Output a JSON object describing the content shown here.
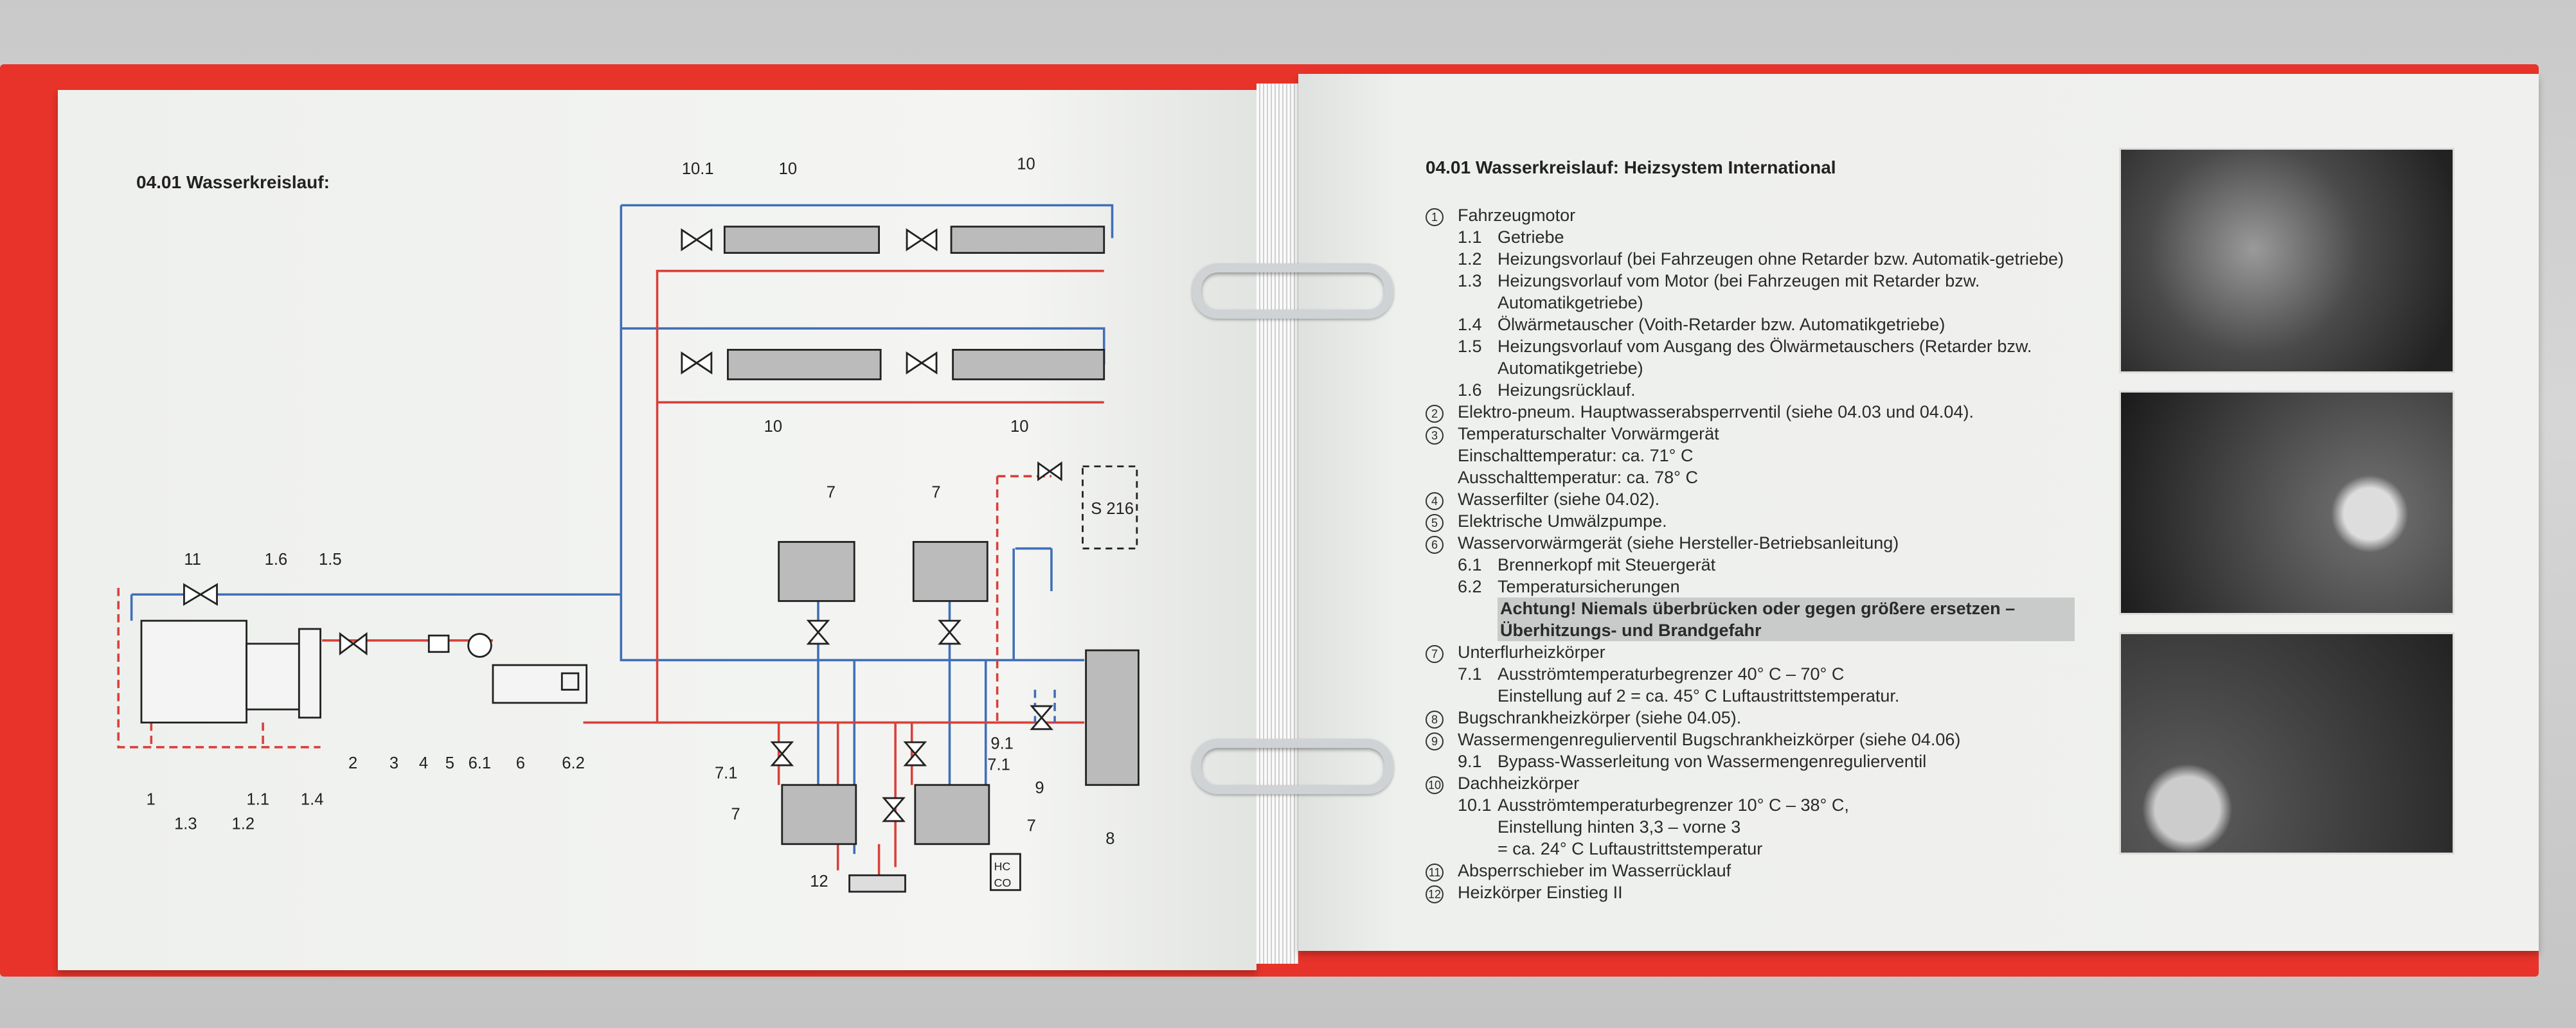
{
  "left_page": {
    "title": "04.01  Wasserkreislauf:",
    "diagram": {
      "labels": [
        "10.1",
        "10",
        "10",
        "10",
        "10",
        "7",
        "7",
        "11",
        "1.6",
        "1.5",
        "S 216",
        "2",
        "3",
        "4",
        "5",
        "6.1",
        "6",
        "6.2",
        "1",
        "1.3",
        "1.2",
        "1.1",
        "1.4",
        "7.1",
        "7.1",
        "9.1",
        "9",
        "8",
        "7",
        "7",
        "7",
        "12",
        "HC",
        "CO"
      ],
      "colors": {
        "supply": "#d9403a",
        "return": "#3f6fb8"
      }
    }
  },
  "right_page": {
    "title": "04.01  Wasserkreislauf: Heizsystem International",
    "items": [
      {
        "num": "1",
        "label": "Fahrzeugmotor",
        "subs": [
          {
            "num": "1.1",
            "label": "Getriebe"
          },
          {
            "num": "1.2",
            "label": "Heizungsvorlauf (bei Fahrzeugen ohne Retarder bzw. Automatik-getriebe)"
          },
          {
            "num": "1.3",
            "label": "Heizungsvorlauf vom Motor (bei Fahrzeugen mit Retarder  bzw. Automatikgetriebe)"
          },
          {
            "num": "1.4",
            "label": "Ölwärmetauscher (Voith-Retarder bzw. Automatikgetriebe)"
          },
          {
            "num": "1.5",
            "label": "Heizungsvorlauf vom Ausgang des Ölwärmetauschers (Retarder bzw. Automatikgetriebe)"
          },
          {
            "num": "1.6",
            "label": "Heizungsrücklauf."
          }
        ]
      },
      {
        "num": "2",
        "label": "Elektro-pneum. Hauptwasserabsperrventil (siehe 04.03 und 04.04)."
      },
      {
        "num": "3",
        "label": "Temperaturschalter Vorwärmgerät",
        "lines": [
          "Einschalttemperatur:  ca. 71° C",
          "Ausschalttemperatur: ca. 78° C"
        ]
      },
      {
        "num": "4",
        "label": "Wasserfilter (siehe 04.02)."
      },
      {
        "num": "5",
        "label": "Elektrische Umwälzpumpe."
      },
      {
        "num": "6",
        "label": "Wasservorwärmgerät (siehe Hersteller-Betriebsanleitung)",
        "subs": [
          {
            "num": "6.1",
            "label": "Brennerkopf mit Steuergerät"
          },
          {
            "num": "6.2",
            "label": "Temperatursicherungen"
          }
        ],
        "warning": "Achtung! Niemals überbrücken oder gegen größere ersetzen – Überhitzungs- und Brandgefahr"
      },
      {
        "num": "7",
        "label": "Unterflurheizkörper",
        "subs": [
          {
            "num": "7.1",
            "label": "Ausströmtemperaturbegrenzer 40° C – 70° C"
          }
        ],
        "sub_lines": [
          "Einstellung auf 2 = ca. 45° C Luftaustrittstemperatur."
        ]
      },
      {
        "num": "8",
        "label": "Bugschrankheizkörper (siehe 04.05)."
      },
      {
        "num": "9",
        "label": "Wassermengenregulierventil Bugschrankheizkörper (siehe 04.06)",
        "subs": [
          {
            "num": "9.1",
            "label": "Bypass-Wasserleitung von Wassermengenregulierventil"
          }
        ]
      },
      {
        "num": "10",
        "label": "Dachheizkörper",
        "subs": [
          {
            "num": "10.1",
            "label": "Ausströmtemperaturbegrenzer 10° C – 38° C,"
          }
        ],
        "sub_lines": [
          "Einstellung hinten 3,3 – vorne 3",
          "= ca. 24° C Luftaustrittstemperatur"
        ]
      },
      {
        "num": "11",
        "label": "Absperrschieber im Wasserrücklauf"
      },
      {
        "num": "12",
        "label": "Heizkörper Einstieg II"
      }
    ]
  }
}
